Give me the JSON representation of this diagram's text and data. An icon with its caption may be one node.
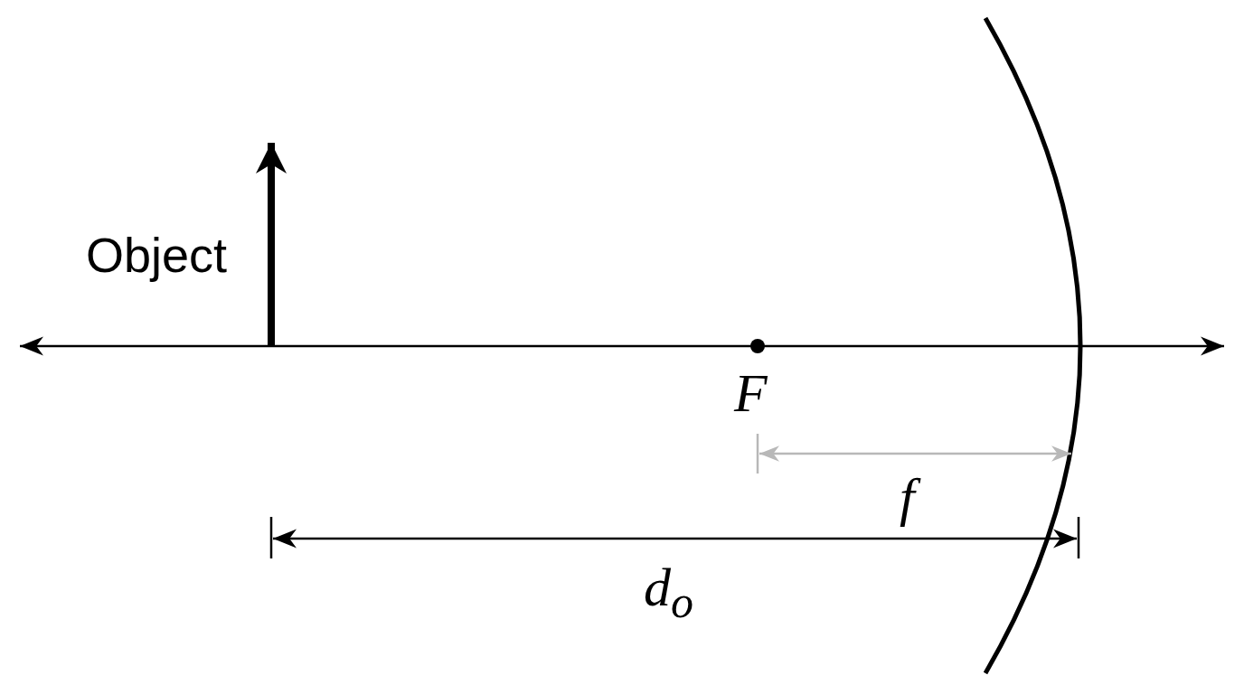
{
  "diagram": {
    "labels": [
      "Object",
      "F",
      "f",
      "d$_{o}$"
    ]
  }
}
